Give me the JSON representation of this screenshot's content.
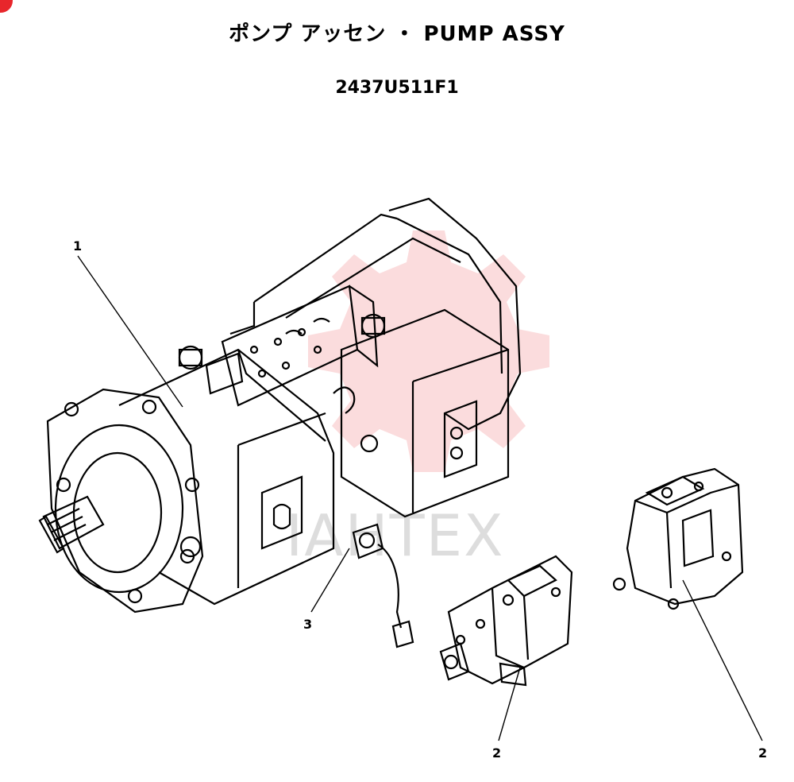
{
  "header": {
    "title": "ポンプ アッセン ・ PUMP ASSY",
    "part_number": "2437U511F1"
  },
  "callouts": {
    "main_pump": "1",
    "regulator_a": "2",
    "regulator_b": "2",
    "sensor": "3"
  },
  "watermark": {
    "text": "IAHTEX",
    "color": "#e8262b"
  },
  "colors": {
    "line": "#000000",
    "background": "#ffffff"
  }
}
